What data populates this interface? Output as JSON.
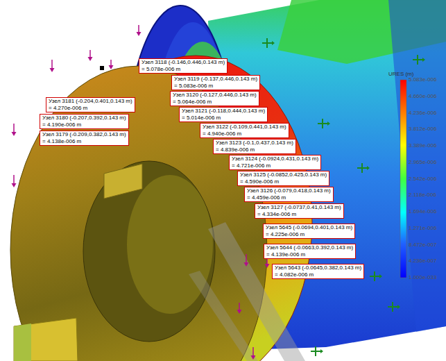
{
  "diagram": {
    "nodes": [
      {
        "text": [
          "Узел 3118 (-0.146,0.446,0.143 m)",
          "= 5.078e-006 m"
        ]
      },
      {
        "text": [
          "Узел 3119 (-0.137,0.446,0.143 m)",
          "= 5.083e-006 m"
        ]
      },
      {
        "text": [
          "Узел 3120 (-0.127,0.446,0.143 m)",
          "= 5.064e-006 m"
        ]
      },
      {
        "text": [
          "Узел 3181 (-0.204,0.401,0.143 m)",
          "= 4.270e-006 m"
        ]
      },
      {
        "text": [
          "Узел 3121 (-0.118,0.444,0.143 m)",
          "= 5.014e-006 m"
        ]
      },
      {
        "text": [
          "Узел 3180 (-0.207,0.392,0.143 m)",
          "= 4.190e-006 m"
        ]
      },
      {
        "text": [
          "Узел 3122 (-0.109,0.441,0.143 m)",
          "= 4.940e-006 m"
        ]
      },
      {
        "text": [
          "Узел 3179 (-0.209,0.382,0.143 m)",
          "= 4.138e-006 m"
        ]
      },
      {
        "text": [
          "Узел 3123 (-0.1,0.437,0.143 m)",
          "= 4.839e-006 m"
        ]
      },
      {
        "text": [
          "Узел 3124 (-0.0924,0.431,0.143 m)",
          "= 4.721e-006 m"
        ]
      },
      {
        "text": [
          "Узел 3125 (-0.0852,0.425,0.143 m)",
          "= 4.590e-006 m"
        ]
      },
      {
        "text": [
          "Узел 3126 (-0.079,0.418,0.143 m)",
          "= 4.459e-006 m"
        ]
      },
      {
        "text": [
          "Узел 3127 (-0.0737,0.41,0.143 m)",
          "= 4.334e-006 m"
        ]
      },
      {
        "text": [
          "Узел 5645 (-0.0694,0.401,0.143 m)",
          "= 4.225e-006 m"
        ]
      },
      {
        "text": [
          "Узел 5644 (-0.0663,0.392,0.143 m)",
          "= 4.139e-006 m"
        ]
      },
      {
        "text": [
          "Узел 5643 (-0.0645,0.382,0.143 m)",
          "= 4.082e-006 m"
        ]
      }
    ],
    "labels": [
      "URES (m)",
      "5.083e-006",
      "4.660e-006",
      "4.236e-006",
      "3.812e-006",
      "3.389e-006",
      "2.965e-006",
      "2.542e-006",
      "2.118e-006",
      "1.694e-006",
      "1.271e-006",
      "8.472e-007",
      "4.236e-007",
      "1.000e-033"
    ]
  }
}
